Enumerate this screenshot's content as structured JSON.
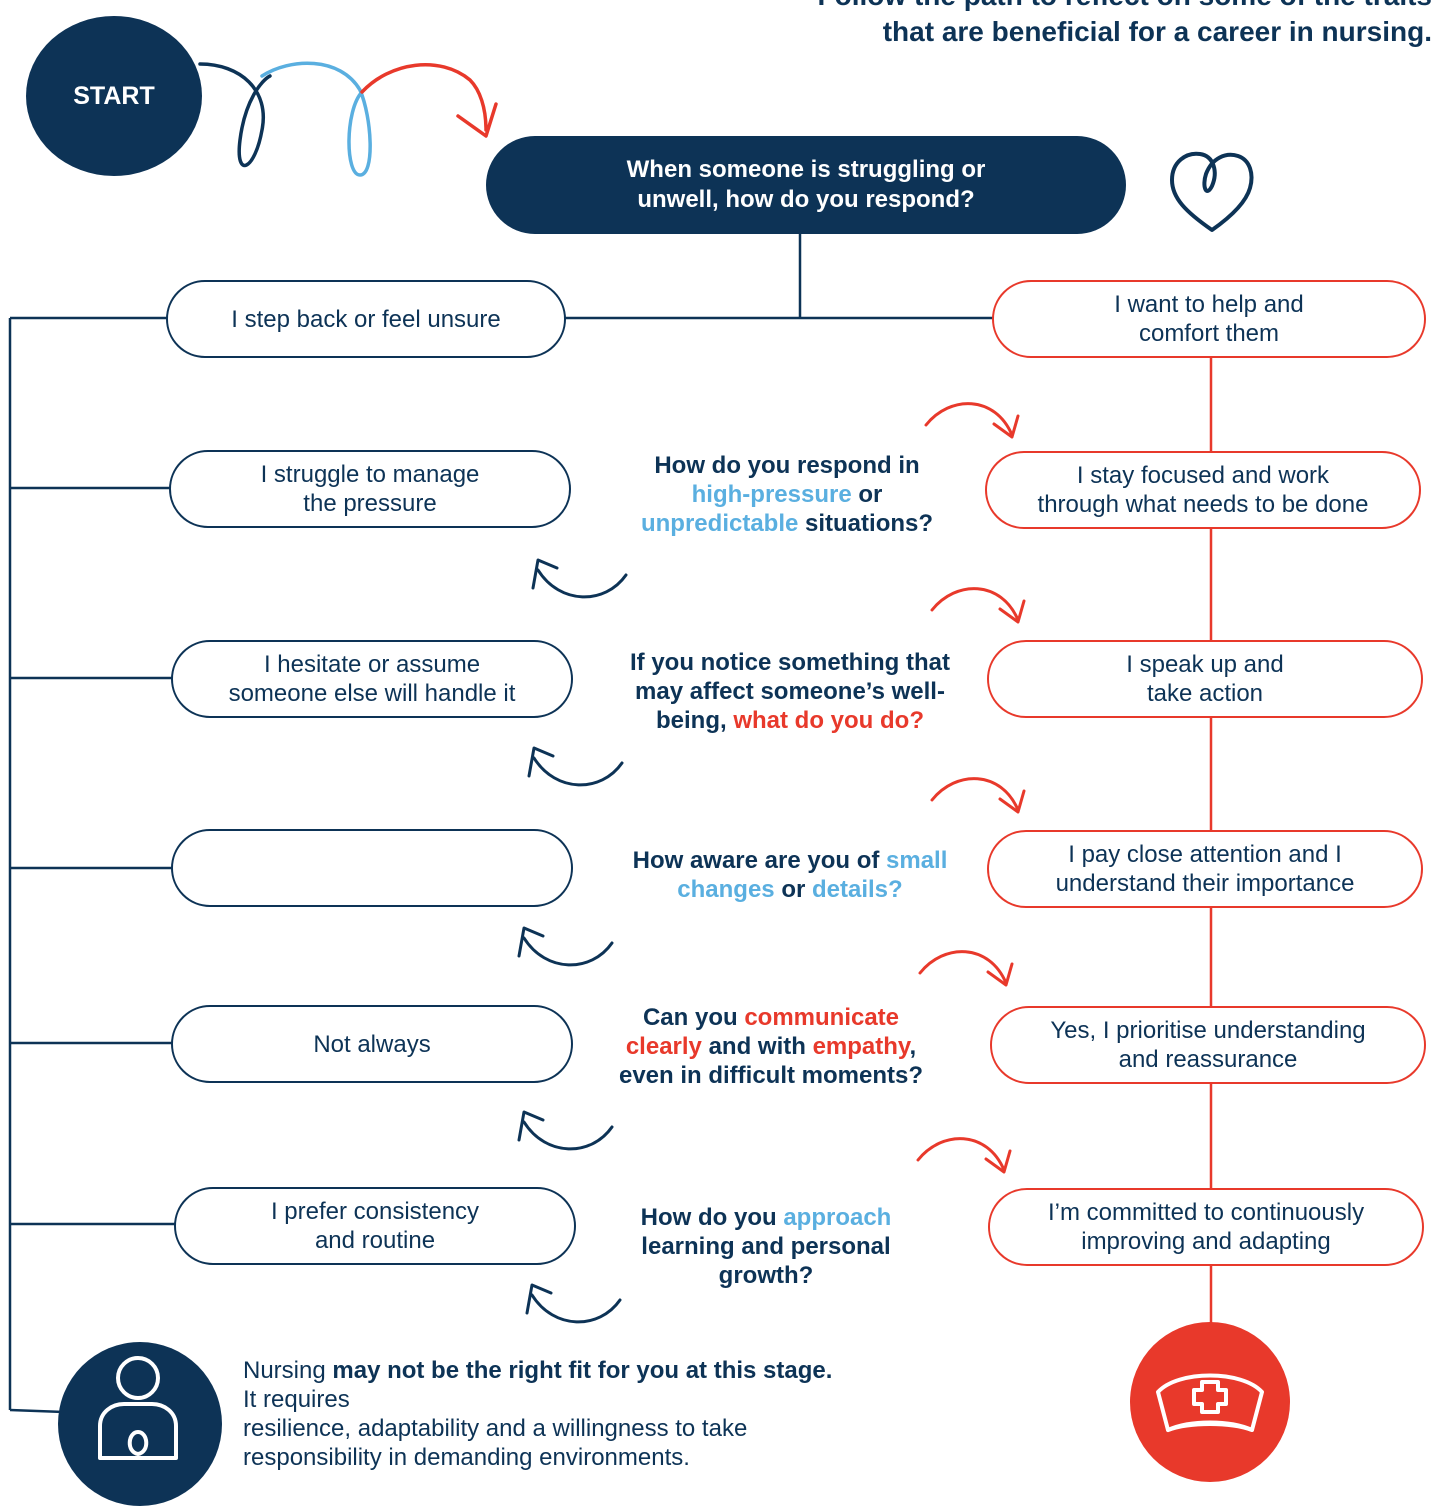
{
  "header": {
    "title_line1": "Follow the path to reflect on some of the traits",
    "title_line2": "that are beneficial for a career in nursing."
  },
  "start": {
    "label": "START"
  },
  "main_question": {
    "line1": "When someone is struggling or",
    "line2": "unwell, how do you respond?"
  },
  "left_answers": [
    {
      "line1": "I step back or feel unsure",
      "line2": ""
    },
    {
      "line1": "I struggle to manage",
      "line2": "the pressure"
    },
    {
      "line1": "I hesitate or assume",
      "line2": "someone else will handle it"
    },
    {
      "line1": "",
      "line2": ""
    },
    {
      "line1": "Not always",
      "line2": ""
    },
    {
      "line1": "I prefer consistency",
      "line2": "and routine"
    }
  ],
  "right_answers": [
    {
      "line1": "I want to help and",
      "line2": "comfort them"
    },
    {
      "line1": "I stay focused and work",
      "line2": "through what needs to be done"
    },
    {
      "line1": "I speak up and",
      "line2": "take action"
    },
    {
      "line1": "I pay close attention and I",
      "line2": "understand their importance"
    },
    {
      "line1": "Yes, I prioritise understanding",
      "line2": "and reassurance"
    },
    {
      "line1": "I’m committed to continuously",
      "line2": "improving and adapting"
    }
  ],
  "questions": {
    "q2": {
      "a": "How do you respond in",
      "b": "high-pressure",
      "c": " or",
      "d": "unpredictable",
      "e": " situations?"
    },
    "q3": {
      "a": "If you notice something that",
      "b": "may affect someone’s well-",
      "c": "being, ",
      "d": "what do you do?"
    },
    "q4": {
      "a": "How aware are you of ",
      "b": "small",
      "c": "changes",
      "d": " or ",
      "e": "details?"
    },
    "q5": {
      "a": "Can you ",
      "b": "communicate",
      "c": "clearly",
      "d": " and with ",
      "e": "empathy",
      "f": ",",
      "g": "even in difficult moments?"
    },
    "q6": {
      "a": "How do you ",
      "b": "approach",
      "c": "learning and personal",
      "d": "growth?"
    }
  },
  "outcome_left": {
    "p1": "Nursing ",
    "p2": "may not be the right fit for you at this stage.",
    "p3": " It requires",
    "p4": "resilience, adaptability and a willingness to take responsibility in demanding environments."
  },
  "icons": {
    "heart": "heart-outline-icon",
    "person": "person-outline-icon",
    "nurse_cap": "nurse-cap-icon"
  },
  "colors": {
    "navy": "#0d3356",
    "red": "#e8392b",
    "light_blue": "#5aafe0"
  }
}
